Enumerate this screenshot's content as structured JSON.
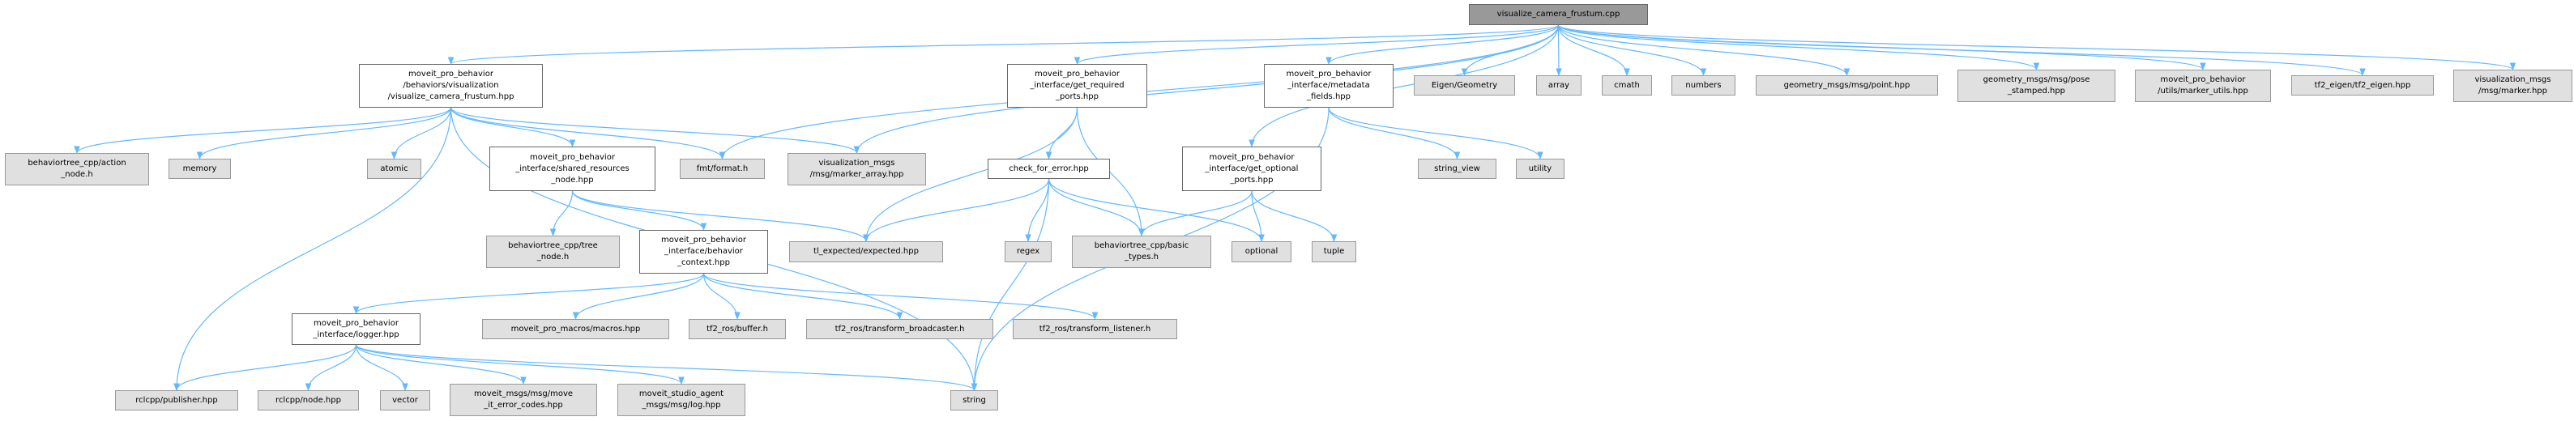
{
  "colors": {
    "edge": "#63b8ff",
    "root_fill": "#999999",
    "ext_fill": "#e0e0e0",
    "local_fill": "#ffffff"
  },
  "nodes": {
    "cpp": {
      "label": "visualize_camera_frustum.cpp",
      "kind": "root"
    },
    "vcf": {
      "label": "moveit_pro_behavior\n/behaviors/visualization\n/visualize_camera_frustum.hpp",
      "kind": "local"
    },
    "get_required": {
      "label": "moveit_pro_behavior\n_interface/get_required\n_ports.hpp",
      "kind": "local"
    },
    "metadata": {
      "label": "moveit_pro_behavior\n_interface/metadata\n_fields.hpp",
      "kind": "local"
    },
    "eigen": {
      "label": "Eigen/Geometry",
      "kind": "ext"
    },
    "array": {
      "label": "array",
      "kind": "ext"
    },
    "cmath": {
      "label": "cmath",
      "kind": "ext"
    },
    "numbers": {
      "label": "numbers",
      "kind": "ext"
    },
    "point": {
      "label": "geometry_msgs/msg/point.hpp",
      "kind": "ext"
    },
    "pose": {
      "label": "geometry_msgs/msg/pose\n_stamped.hpp",
      "kind": "ext"
    },
    "marker_utils": {
      "label": "moveit_pro_behavior\n/utils/marker_utils.hpp",
      "kind": "ext"
    },
    "tf2_eigen": {
      "label": "tf2_eigen/tf2_eigen.hpp",
      "kind": "ext"
    },
    "marker": {
      "label": "visualization_msgs\n/msg/marker.hpp",
      "kind": "ext"
    },
    "action_node": {
      "label": "behaviortree_cpp/action\n_node.h",
      "kind": "ext"
    },
    "memory": {
      "label": "memory",
      "kind": "ext"
    },
    "atomic": {
      "label": "atomic",
      "kind": "ext"
    },
    "shared": {
      "label": "moveit_pro_behavior\n_interface/shared_resources\n_node.hpp",
      "kind": "local"
    },
    "fmt": {
      "label": "fmt/format.h",
      "kind": "ext"
    },
    "marker_array": {
      "label": "visualization_msgs\n/msg/marker_array.hpp",
      "kind": "ext"
    },
    "check": {
      "label": "check_for_error.hpp",
      "kind": "local"
    },
    "get_optional": {
      "label": "moveit_pro_behavior\n_interface/get_optional\n_ports.hpp",
      "kind": "local"
    },
    "string_view": {
      "label": "string_view",
      "kind": "ext"
    },
    "utility": {
      "label": "utility",
      "kind": "ext"
    },
    "tree_node": {
      "label": "behaviortree_cpp/tree\n_node.h",
      "kind": "ext"
    },
    "context": {
      "label": "moveit_pro_behavior\n_interface/behavior\n_context.hpp",
      "kind": "local"
    },
    "tl_expected": {
      "label": "tl_expected/expected.hpp",
      "kind": "ext"
    },
    "regex": {
      "label": "regex",
      "kind": "ext"
    },
    "basic_types": {
      "label": "behaviortree_cpp/basic\n_types.h",
      "kind": "ext"
    },
    "optional": {
      "label": "optional",
      "kind": "ext"
    },
    "tuple": {
      "label": "tuple",
      "kind": "ext"
    },
    "logger": {
      "label": "moveit_pro_behavior\n_interface/logger.hpp",
      "kind": "local"
    },
    "macros": {
      "label": "moveit_pro_macros/macros.hpp",
      "kind": "ext"
    },
    "buffer": {
      "label": "tf2_ros/buffer.h",
      "kind": "ext"
    },
    "broadcaster": {
      "label": "tf2_ros/transform_broadcaster.h",
      "kind": "ext"
    },
    "listener": {
      "label": "tf2_ros/transform_listener.h",
      "kind": "ext"
    },
    "publisher": {
      "label": "rclcpp/publisher.hpp",
      "kind": "ext"
    },
    "node": {
      "label": "rclcpp/node.hpp",
      "kind": "ext"
    },
    "vector": {
      "label": "vector",
      "kind": "ext"
    },
    "error_codes": {
      "label": "moveit_msgs/msg/move\n_it_error_codes.hpp",
      "kind": "ext"
    },
    "log": {
      "label": "moveit_studio_agent\n_msgs/msg/log.hpp",
      "kind": "ext"
    },
    "string": {
      "label": "string",
      "kind": "ext"
    }
  },
  "edges": [
    [
      "cpp",
      "vcf"
    ],
    [
      "cpp",
      "fmt"
    ],
    [
      "cpp",
      "marker_array"
    ],
    [
      "cpp",
      "get_required"
    ],
    [
      "cpp",
      "get_optional"
    ],
    [
      "cpp",
      "metadata"
    ],
    [
      "cpp",
      "eigen"
    ],
    [
      "cpp",
      "array"
    ],
    [
      "cpp",
      "cmath"
    ],
    [
      "cpp",
      "numbers"
    ],
    [
      "cpp",
      "point"
    ],
    [
      "cpp",
      "pose"
    ],
    [
      "cpp",
      "marker_utils"
    ],
    [
      "cpp",
      "tf2_eigen"
    ],
    [
      "cpp",
      "marker"
    ],
    [
      "vcf",
      "action_node"
    ],
    [
      "vcf",
      "memory"
    ],
    [
      "vcf",
      "atomic"
    ],
    [
      "vcf",
      "shared"
    ],
    [
      "vcf",
      "fmt"
    ],
    [
      "vcf",
      "marker_array"
    ],
    [
      "vcf",
      "publisher"
    ],
    [
      "vcf",
      "string"
    ],
    [
      "shared",
      "tree_node"
    ],
    [
      "shared",
      "context"
    ],
    [
      "shared",
      "tl_expected"
    ],
    [
      "context",
      "logger"
    ],
    [
      "context",
      "macros"
    ],
    [
      "context",
      "buffer"
    ],
    [
      "context",
      "broadcaster"
    ],
    [
      "context",
      "listener"
    ],
    [
      "logger",
      "publisher"
    ],
    [
      "logger",
      "node"
    ],
    [
      "logger",
      "vector"
    ],
    [
      "logger",
      "error_codes"
    ],
    [
      "logger",
      "log"
    ],
    [
      "logger",
      "string"
    ],
    [
      "get_required",
      "check"
    ],
    [
      "get_required",
      "tl_expected"
    ],
    [
      "get_required",
      "basic_types"
    ],
    [
      "check",
      "tl_expected"
    ],
    [
      "check",
      "regex"
    ],
    [
      "check",
      "basic_types"
    ],
    [
      "check",
      "optional"
    ],
    [
      "check",
      "string"
    ],
    [
      "get_optional",
      "basic_types"
    ],
    [
      "get_optional",
      "optional"
    ],
    [
      "get_optional",
      "tuple"
    ],
    [
      "metadata",
      "string_view"
    ],
    [
      "metadata",
      "utility"
    ],
    [
      "metadata",
      "string"
    ]
  ]
}
